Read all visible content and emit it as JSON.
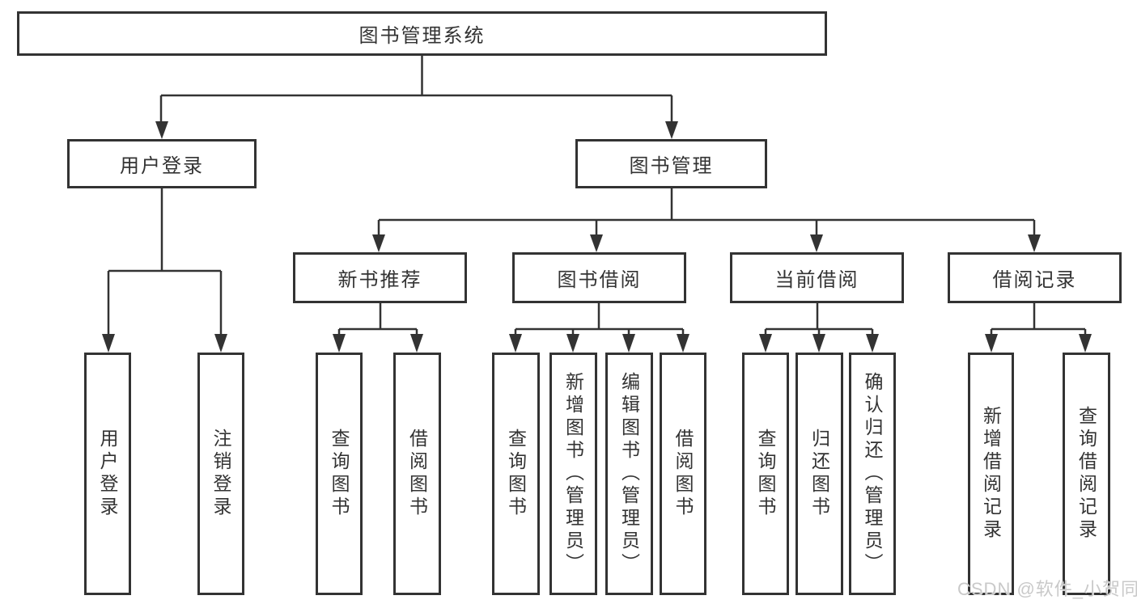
{
  "colors": {
    "line": "#333333",
    "text": "#333333",
    "box_bg": "#ffffff"
  },
  "watermark": {
    "text": "CSDN @软件_小贺同学",
    "color": "#c9c9c9"
  },
  "tree": {
    "root": {
      "label": "图书管理系统"
    },
    "user_login_branch": {
      "label": "用户登录",
      "children": [
        {
          "label": "用户登录"
        },
        {
          "label": "注销登录"
        }
      ]
    },
    "book_mgmt_branch": {
      "label": "图书管理",
      "groups": [
        {
          "label": "新书推荐",
          "children": [
            {
              "label": "查询图书"
            },
            {
              "label": "借阅图书"
            }
          ]
        },
        {
          "label": "图书借阅",
          "children": [
            {
              "label": "查询图书"
            },
            {
              "label": "新增图书（管理员）"
            },
            {
              "label": "编辑图书（管理员）"
            },
            {
              "label": "借阅图书"
            }
          ]
        },
        {
          "label": "当前借阅",
          "children": [
            {
              "label": "查询图书"
            },
            {
              "label": "归还图书"
            },
            {
              "label": "确认归还（管理员）"
            }
          ]
        },
        {
          "label": "借阅记录",
          "children": [
            {
              "label": "新增借阅记录"
            },
            {
              "label": "查询借阅记录"
            }
          ]
        }
      ]
    }
  }
}
